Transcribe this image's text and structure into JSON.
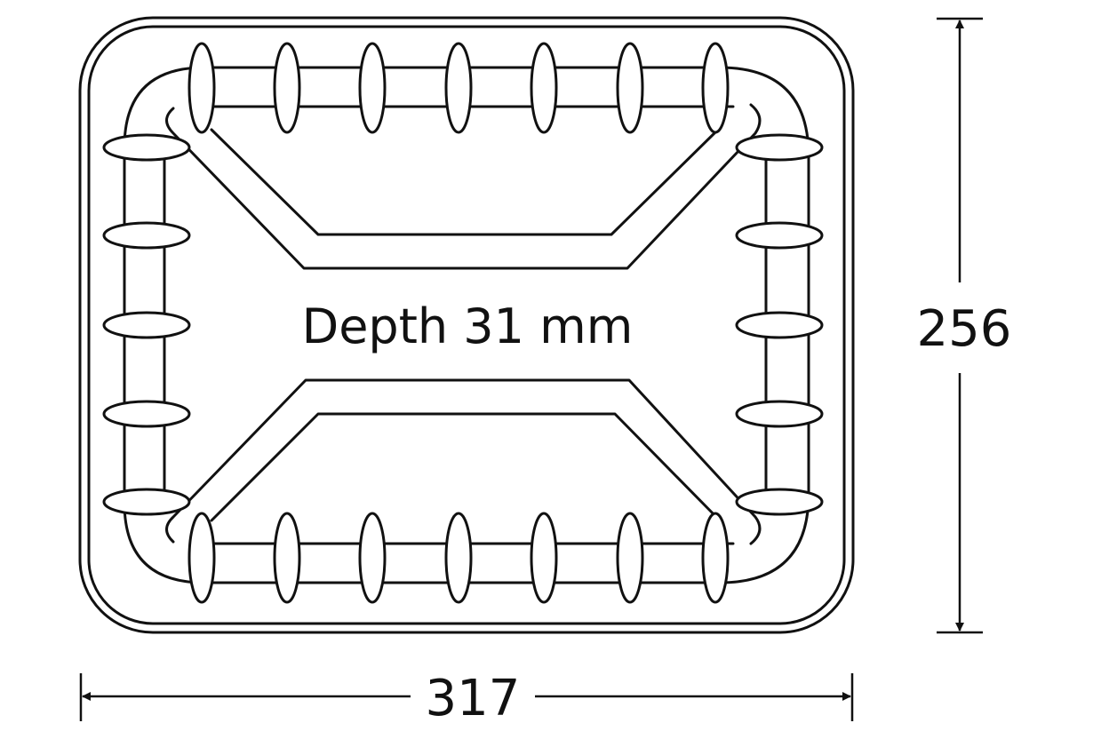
{
  "drawing": {
    "depth_label": "Depth 31 mm",
    "width_label": "317",
    "height_label": "256",
    "line_color": "#111111",
    "background_color": "#ffffff"
  }
}
